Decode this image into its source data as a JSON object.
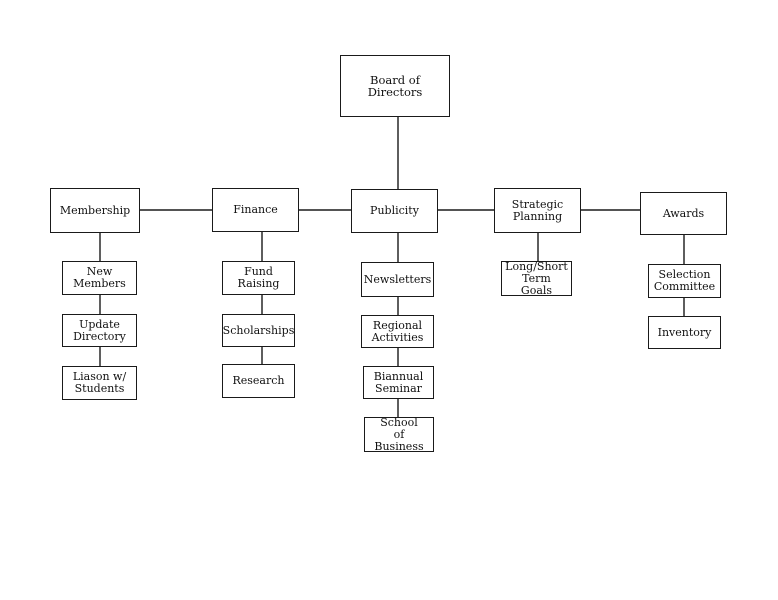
{
  "root": {
    "label": "Board of Directors"
  },
  "committees": [
    {
      "label": "Membership",
      "items": [
        "New\nMembers",
        "Update\nDirectory",
        "Liason w/\nStudents"
      ]
    },
    {
      "label": "Finance",
      "items": [
        "Fund Raising",
        "Scholarships",
        "Research"
      ]
    },
    {
      "label": "Publicity",
      "items": [
        "Newsletters",
        "Regional\nActivities",
        "Biannual\nSeminar",
        "School\nof\nBusiness"
      ]
    },
    {
      "label": "Strategic\nPlanning",
      "items": [
        "Long/Short\nTerm Goals"
      ]
    },
    {
      "label": "Awards",
      "items": [
        "Selection\nCommittee",
        "Inventory"
      ]
    }
  ]
}
